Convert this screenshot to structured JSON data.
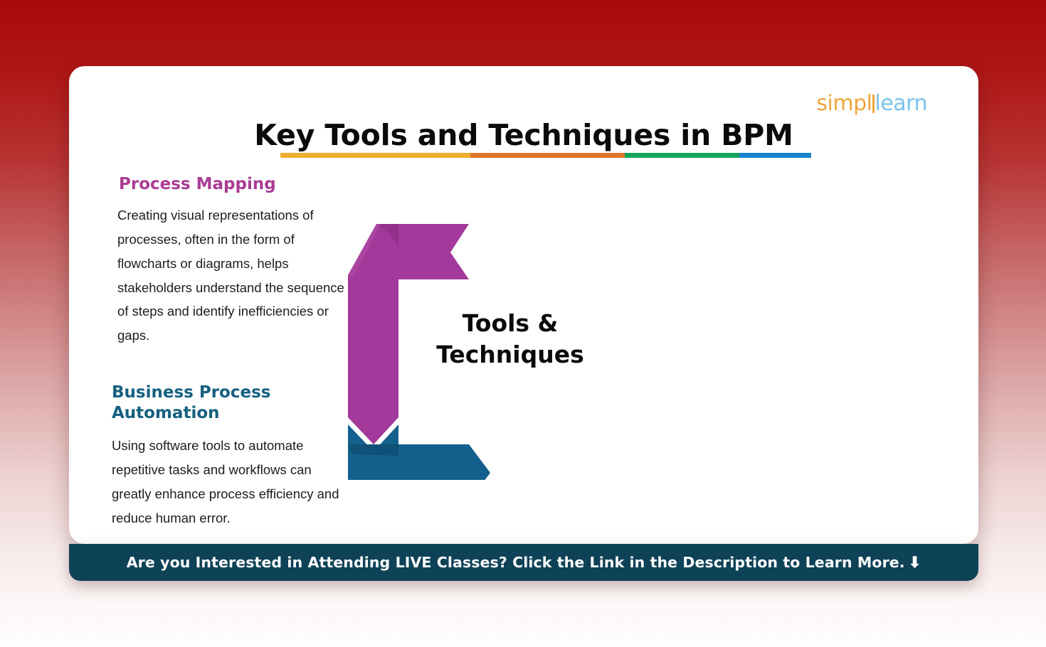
{
  "brand": {
    "logo_part1": "simpl",
    "logo_divider": "i",
    "logo_part2": "learn",
    "color_primary": "#eda53c",
    "color_secondary": "#79c3e8"
  },
  "slide": {
    "title": "Key Tools and Techniques in BPM",
    "rule_colors": [
      "#edaf2d",
      "#e0762a",
      "#12a45a",
      "#1484cd"
    ],
    "card_bg": "#ffffff"
  },
  "sections": [
    {
      "heading": "Process Mapping",
      "heading_color": "#a93c94",
      "body": "Creating visual representations of processes, often in the form of flowcharts or diagrams, helps stakeholders understand the sequence of steps and identify inefficiencies or gaps."
    },
    {
      "heading": "Business Process Automation",
      "heading_color": "#14607f",
      "body": "Using software tools to automate repetitive tasks and workflows can greatly enhance process efficiency and reduce human error."
    }
  ],
  "graphic": {
    "label_line1": "Tools &",
    "label_line2": "Techniques",
    "top_ribbon_color": "#a3399a",
    "bottom_ribbon_color": "#14608c"
  },
  "banner": {
    "text": "Are you Interested in Attending LIVE Classes? Click the Link in the Description to Learn More.",
    "arrow": "⬇",
    "background": "#0e4257"
  }
}
